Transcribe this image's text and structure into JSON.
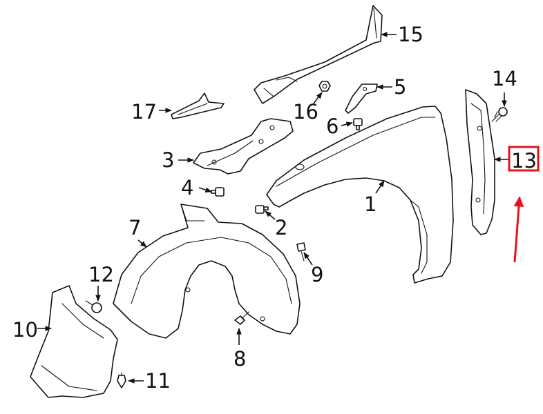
{
  "callouts": [
    {
      "id": "1",
      "label": "1"
    },
    {
      "id": "2",
      "label": "2"
    },
    {
      "id": "3",
      "label": "3"
    },
    {
      "id": "4",
      "label": "4"
    },
    {
      "id": "5",
      "label": "5"
    },
    {
      "id": "6",
      "label": "6"
    },
    {
      "id": "7",
      "label": "7"
    },
    {
      "id": "8",
      "label": "8"
    },
    {
      "id": "9",
      "label": "9"
    },
    {
      "id": "10",
      "label": "10"
    },
    {
      "id": "11",
      "label": "11"
    },
    {
      "id": "12",
      "label": "12"
    },
    {
      "id": "13",
      "label": "13"
    },
    {
      "id": "14",
      "label": "14"
    },
    {
      "id": "15",
      "label": "15"
    },
    {
      "id": "16",
      "label": "16"
    },
    {
      "id": "17",
      "label": "17"
    }
  ],
  "highlight": {
    "part": "13",
    "color": "#e8121b"
  },
  "line_color": "#111111"
}
